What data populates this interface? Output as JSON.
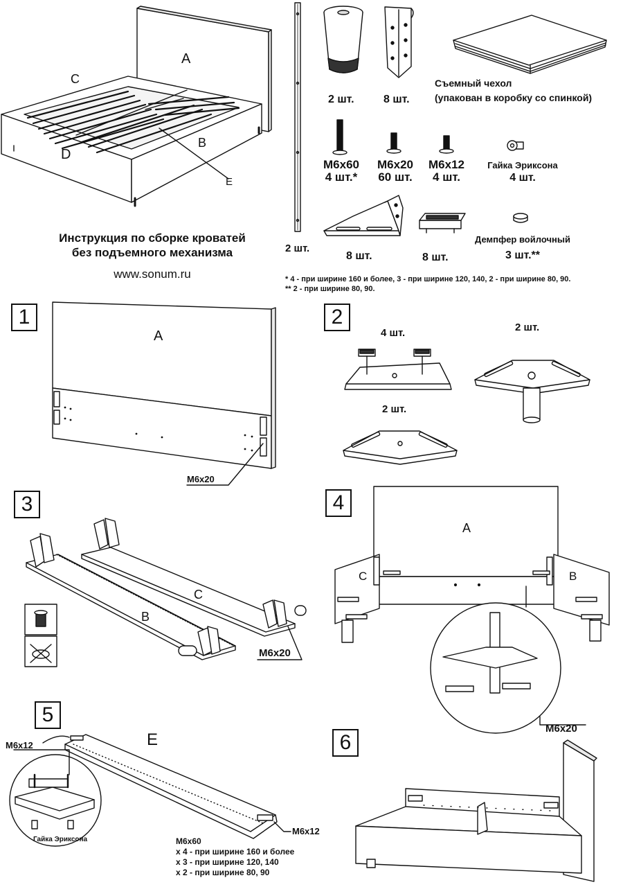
{
  "colors": {
    "ink": "#111111",
    "paper": "#ffffff",
    "shade": "#e9e9e9"
  },
  "overview": {
    "labels": {
      "a": "A",
      "b": "B",
      "c": "C",
      "d": "D",
      "e": "E"
    },
    "title_line1": "Инструкция по сборке кроватей",
    "title_line2": "без подъемного механизма",
    "website": "www.sonum.ru"
  },
  "parts": {
    "rail_qty": "2 шт.",
    "leg_qty": "2 шт.",
    "bracket_qty": "8 шт.",
    "cover_name": "Съемный чехол",
    "cover_note": "(упакован в коробку со спинкой)",
    "bolts": [
      {
        "size": "М6х60",
        "qty": "4 шт.*"
      },
      {
        "size": "М6х20",
        "qty": "60 шт."
      },
      {
        "size": "М6х12",
        "qty": "4 шт."
      }
    ],
    "nut_name": "Гайка Эриксона",
    "nut_qty": "4 шт.",
    "corner_qty": "8 шт.",
    "holder_qty": "8 шт.",
    "damper_name": "Демпфер войлочный",
    "damper_qty": "3 шт.**",
    "footnote1": "* 4 - при ширине 160 и более, 3 - при ширине 120, 140, 2 - при ширине 80, 90.",
    "footnote2": "** 2 - при ширине 80, 90."
  },
  "steps": [
    {
      "number": "1",
      "label": "A",
      "bolt": "М6х20"
    },
    {
      "number": "2",
      "qty_top_left": "4 шт.",
      "qty_top_right": "2 шт.",
      "qty_bottom": "2 шт."
    },
    {
      "number": "3",
      "label_b": "B",
      "label_c": "C",
      "bolt": "М6х20"
    },
    {
      "number": "4",
      "label_a": "A",
      "label_b": "B",
      "label_c": "C",
      "bolt": "М6х20"
    },
    {
      "number": "5",
      "label": "E",
      "bolt_top": "М6х12",
      "bolt_side": "М6х12",
      "nut": "Гайка Эриксона",
      "bolt_long": "М6х60",
      "notes": [
        "х 4 - при ширине 160 и более",
        "х 3 - при ширине 120, 140",
        "х 2 - при ширине 80, 90"
      ]
    },
    {
      "number": "6"
    }
  ],
  "icons": [
    "bed-frame-icon",
    "rail-icon",
    "leg-icon",
    "bracket-icon",
    "cover-icon",
    "bolt-icon",
    "nut-icon",
    "corner-plate-icon",
    "slat-holder-icon",
    "damper-icon",
    "allen-key-icon",
    "no-drill-icon"
  ]
}
